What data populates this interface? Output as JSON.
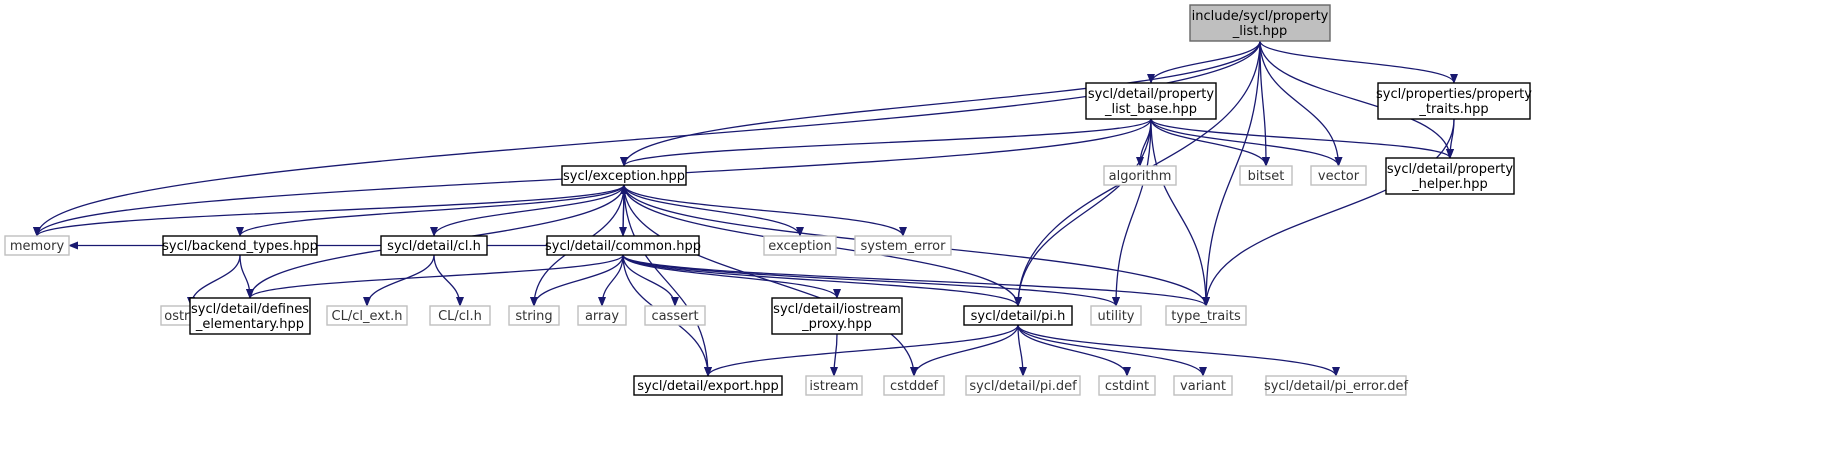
{
  "nodes": [
    {
      "id": "root",
      "lines": [
        "include/sycl/property",
        "_list.hpp"
      ]
    },
    {
      "id": "plb",
      "lines": [
        "sycl/detail/property",
        "_list_base.hpp"
      ]
    },
    {
      "id": "ppt",
      "lines": [
        "sycl/properties/property",
        "_traits.hpp"
      ]
    },
    {
      "id": "exc",
      "lines": [
        "sycl/exception.hpp"
      ]
    },
    {
      "id": "algorithm",
      "lines": [
        "algorithm"
      ]
    },
    {
      "id": "bitset",
      "lines": [
        "bitset"
      ]
    },
    {
      "id": "vector",
      "lines": [
        "vector"
      ]
    },
    {
      "id": "ph",
      "lines": [
        "sycl/detail/property",
        "_helper.hpp"
      ]
    },
    {
      "id": "memory",
      "lines": [
        "memory"
      ]
    },
    {
      "id": "bt",
      "lines": [
        "sycl/backend_types.hpp"
      ]
    },
    {
      "id": "cl",
      "lines": [
        "sycl/detail/cl.h"
      ]
    },
    {
      "id": "common",
      "lines": [
        "sycl/detail/common.hpp"
      ]
    },
    {
      "id": "exception",
      "lines": [
        "exception"
      ]
    },
    {
      "id": "system_error",
      "lines": [
        "system_error"
      ]
    },
    {
      "id": "ostream",
      "lines": [
        "ostream"
      ]
    },
    {
      "id": "defel",
      "lines": [
        "sycl/detail/defines",
        "_elementary.hpp"
      ]
    },
    {
      "id": "clext",
      "lines": [
        "CL/cl_ext.h"
      ]
    },
    {
      "id": "clh",
      "lines": [
        "CL/cl.h"
      ]
    },
    {
      "id": "string",
      "lines": [
        "string"
      ]
    },
    {
      "id": "array",
      "lines": [
        "array"
      ]
    },
    {
      "id": "cassert",
      "lines": [
        "cassert"
      ]
    },
    {
      "id": "iop",
      "lines": [
        "sycl/detail/iostream",
        "_proxy.hpp"
      ]
    },
    {
      "id": "pi",
      "lines": [
        "sycl/detail/pi.h"
      ]
    },
    {
      "id": "utility",
      "lines": [
        "utility"
      ]
    },
    {
      "id": "tt",
      "lines": [
        "type_traits"
      ]
    },
    {
      "id": "istream",
      "lines": [
        "istream"
      ]
    },
    {
      "id": "export",
      "lines": [
        "sycl/detail/export.hpp"
      ]
    },
    {
      "id": "cstddef",
      "lines": [
        "cstddef"
      ]
    },
    {
      "id": "pidef",
      "lines": [
        "sycl/detail/pi.def"
      ]
    },
    {
      "id": "cstdint",
      "lines": [
        "cstdint"
      ]
    },
    {
      "id": "variant",
      "lines": [
        "variant"
      ]
    },
    {
      "id": "pierr",
      "lines": [
        "sycl/detail/pi_error.def"
      ]
    }
  ],
  "edges": [
    [
      "root",
      "plb"
    ],
    [
      "root",
      "ppt"
    ],
    [
      "root",
      "exc"
    ],
    [
      "root",
      "memory"
    ],
    [
      "root",
      "bitset"
    ],
    [
      "root",
      "vector"
    ],
    [
      "root",
      "ph"
    ],
    [
      "root",
      "pi"
    ],
    [
      "root",
      "tt"
    ],
    [
      "plb",
      "exc"
    ],
    [
      "plb",
      "memory"
    ],
    [
      "plb",
      "algorithm"
    ],
    [
      "plb",
      "bitset"
    ],
    [
      "plb",
      "vector"
    ],
    [
      "plb",
      "ph"
    ],
    [
      "plb",
      "pi"
    ],
    [
      "plb",
      "utility"
    ],
    [
      "plb",
      "tt"
    ],
    [
      "ppt",
      "ph"
    ],
    [
      "ppt",
      "tt"
    ],
    [
      "exc",
      "memory"
    ],
    [
      "exc",
      "bt"
    ],
    [
      "exc",
      "cl"
    ],
    [
      "exc",
      "common"
    ],
    [
      "exc",
      "defel"
    ],
    [
      "exc",
      "exception"
    ],
    [
      "exc",
      "system_error"
    ],
    [
      "exc",
      "string"
    ],
    [
      "exc",
      "export"
    ],
    [
      "exc",
      "pi"
    ],
    [
      "exc",
      "tt"
    ],
    [
      "exc",
      "cstddef"
    ],
    [
      "bt",
      "ostream"
    ],
    [
      "bt",
      "defel"
    ],
    [
      "cl",
      "clext"
    ],
    [
      "cl",
      "clh"
    ],
    [
      "common",
      "exc"
    ],
    [
      "common",
      "defel"
    ],
    [
      "common",
      "string"
    ],
    [
      "common",
      "array"
    ],
    [
      "common",
      "cassert"
    ],
    [
      "common",
      "iop"
    ],
    [
      "common",
      "pi"
    ],
    [
      "common",
      "utility"
    ],
    [
      "common",
      "tt"
    ],
    [
      "common",
      "export"
    ],
    [
      "common",
      "memory"
    ],
    [
      "iop",
      "istream"
    ],
    [
      "pi",
      "export"
    ],
    [
      "pi",
      "cstddef"
    ],
    [
      "pi",
      "pidef"
    ],
    [
      "pi",
      "cstdint"
    ],
    [
      "pi",
      "variant"
    ],
    [
      "pi",
      "pierr"
    ]
  ],
  "colors": {
    "edge": "#191970",
    "root_fill": "#bfbfbf",
    "project_border": "#000000",
    "system_border": "#bfbfbf"
  }
}
